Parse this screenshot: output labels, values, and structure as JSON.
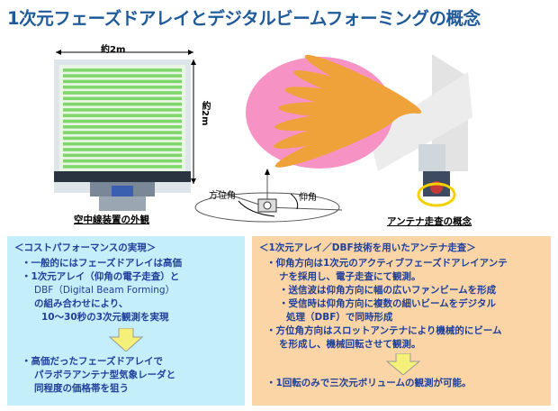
{
  "title": "1次元フェーズドアレイとデジタルビームフォーミングの概念",
  "left_figure": {
    "width_label": "約2m",
    "height_label": "約2m",
    "caption": "空中線装置の外観"
  },
  "center_figure": {
    "azimuth_label": "方位角",
    "elevation_label": "仰角"
  },
  "right_figure": {
    "caption": "アンテナ走査の概念"
  },
  "left_panel": {
    "heading": "＜コストパフォーマンスの実現＞",
    "lines": [
      "・一般的にはフェーズドアレイは高価",
      "・1次元アレイ（仰角の電子走査）と",
      "DBF（Digital Beam Forming）",
      "の組み合わせにより、",
      "10〜30秒の3次元観測を実現"
    ],
    "result_lines": [
      "・高価だったフェーズドアレイで",
      "パラボラアンテナ型気象レーダと",
      "同程度の価格帯を狙う"
    ]
  },
  "right_panel": {
    "heading": "＜1次元アレイ／DBF技術を用いたアンテナ走査＞",
    "lines": [
      "・仰角方向は1次元のアクティブフェーズドアレイアンテ",
      "ナを採用し、電子走査にて観測。",
      "・送信波は仰角方向に幅の広いファンビームを形成",
      "・受信時は仰角方向に複数の細いビームをデジタル",
      "処理（DBF）で同時形成",
      "・方位角方向はスロットアンテナにより機械的にビーム",
      "を形成し、機械回転させて観測。"
    ],
    "result_line": "・1回転のみで三次元ボリュームの観測が可能。"
  },
  "colors": {
    "title": "#1f5a99",
    "left_panel_bg": "#c3eefa",
    "right_panel_bg": "#fcd5a6",
    "panel_text": "#1f3f9a",
    "arrow_fill": "#f5f07a",
    "antenna_green": "#7fd66b",
    "beam_pink": "#f792c4",
    "beam_orange": "#f0a23a"
  }
}
